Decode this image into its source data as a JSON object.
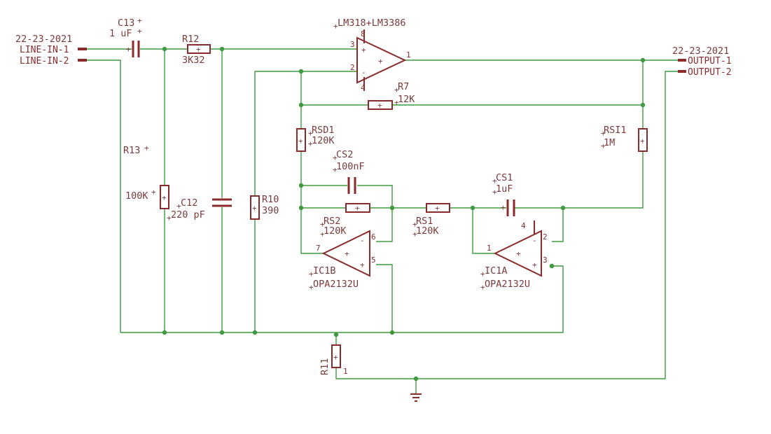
{
  "input": {
    "date": "22-23-2021",
    "pin1": "LINE-IN-1",
    "pin2": "LINE-IN-2"
  },
  "output": {
    "date": "22-23-2021",
    "pin1": "OUTPUT-1",
    "pin2": "OUTPUT-2"
  },
  "components": {
    "C13": {
      "name": "C13",
      "value": "1 uF"
    },
    "R12": {
      "name": "R12",
      "value": "3K32"
    },
    "R13": {
      "name": "R13",
      "value": "100K"
    },
    "C12": {
      "name": "C12",
      "value": "220 pF"
    },
    "R10": {
      "name": "R10",
      "value": "390"
    },
    "R7": {
      "name": "R7",
      "value": "12K"
    },
    "RSD1": {
      "name": "RSD1",
      "value": "120K"
    },
    "CS2": {
      "name": "CS2",
      "value": "100nF"
    },
    "RS2": {
      "name": "RS2",
      "value": "120K"
    },
    "RS1": {
      "name": "RS1",
      "value": "120K"
    },
    "CS1": {
      "name": "CS1",
      "value": "1uF"
    },
    "RSI1": {
      "name": "RSI1",
      "value": "1M"
    },
    "R11": {
      "name": "R11",
      "pin": "1"
    }
  },
  "opamps": {
    "main": {
      "name": "LM318+LM3386",
      "pins": {
        "in_plus": "3",
        "in_minus": "2",
        "out": "1",
        "v_plus": "8",
        "v_minus": "4"
      }
    },
    "IC1B": {
      "name": "IC1B",
      "value": "OPA2132U",
      "pins": {
        "out": "7",
        "in_minus": "6",
        "in_plus": "5"
      }
    },
    "IC1A": {
      "name": "IC1A",
      "value": "OPA2132U",
      "pins": {
        "out": "1",
        "in_minus": "2",
        "in_plus": "3",
        "v": "4"
      }
    }
  },
  "symbols": {
    "plus": "+",
    "minus": "-",
    "tick": "+"
  },
  "colors": {
    "wire": "#3f9a3f",
    "part": "#8b2a2a",
    "text": "#7a3a3a",
    "background": "#ffffff"
  }
}
